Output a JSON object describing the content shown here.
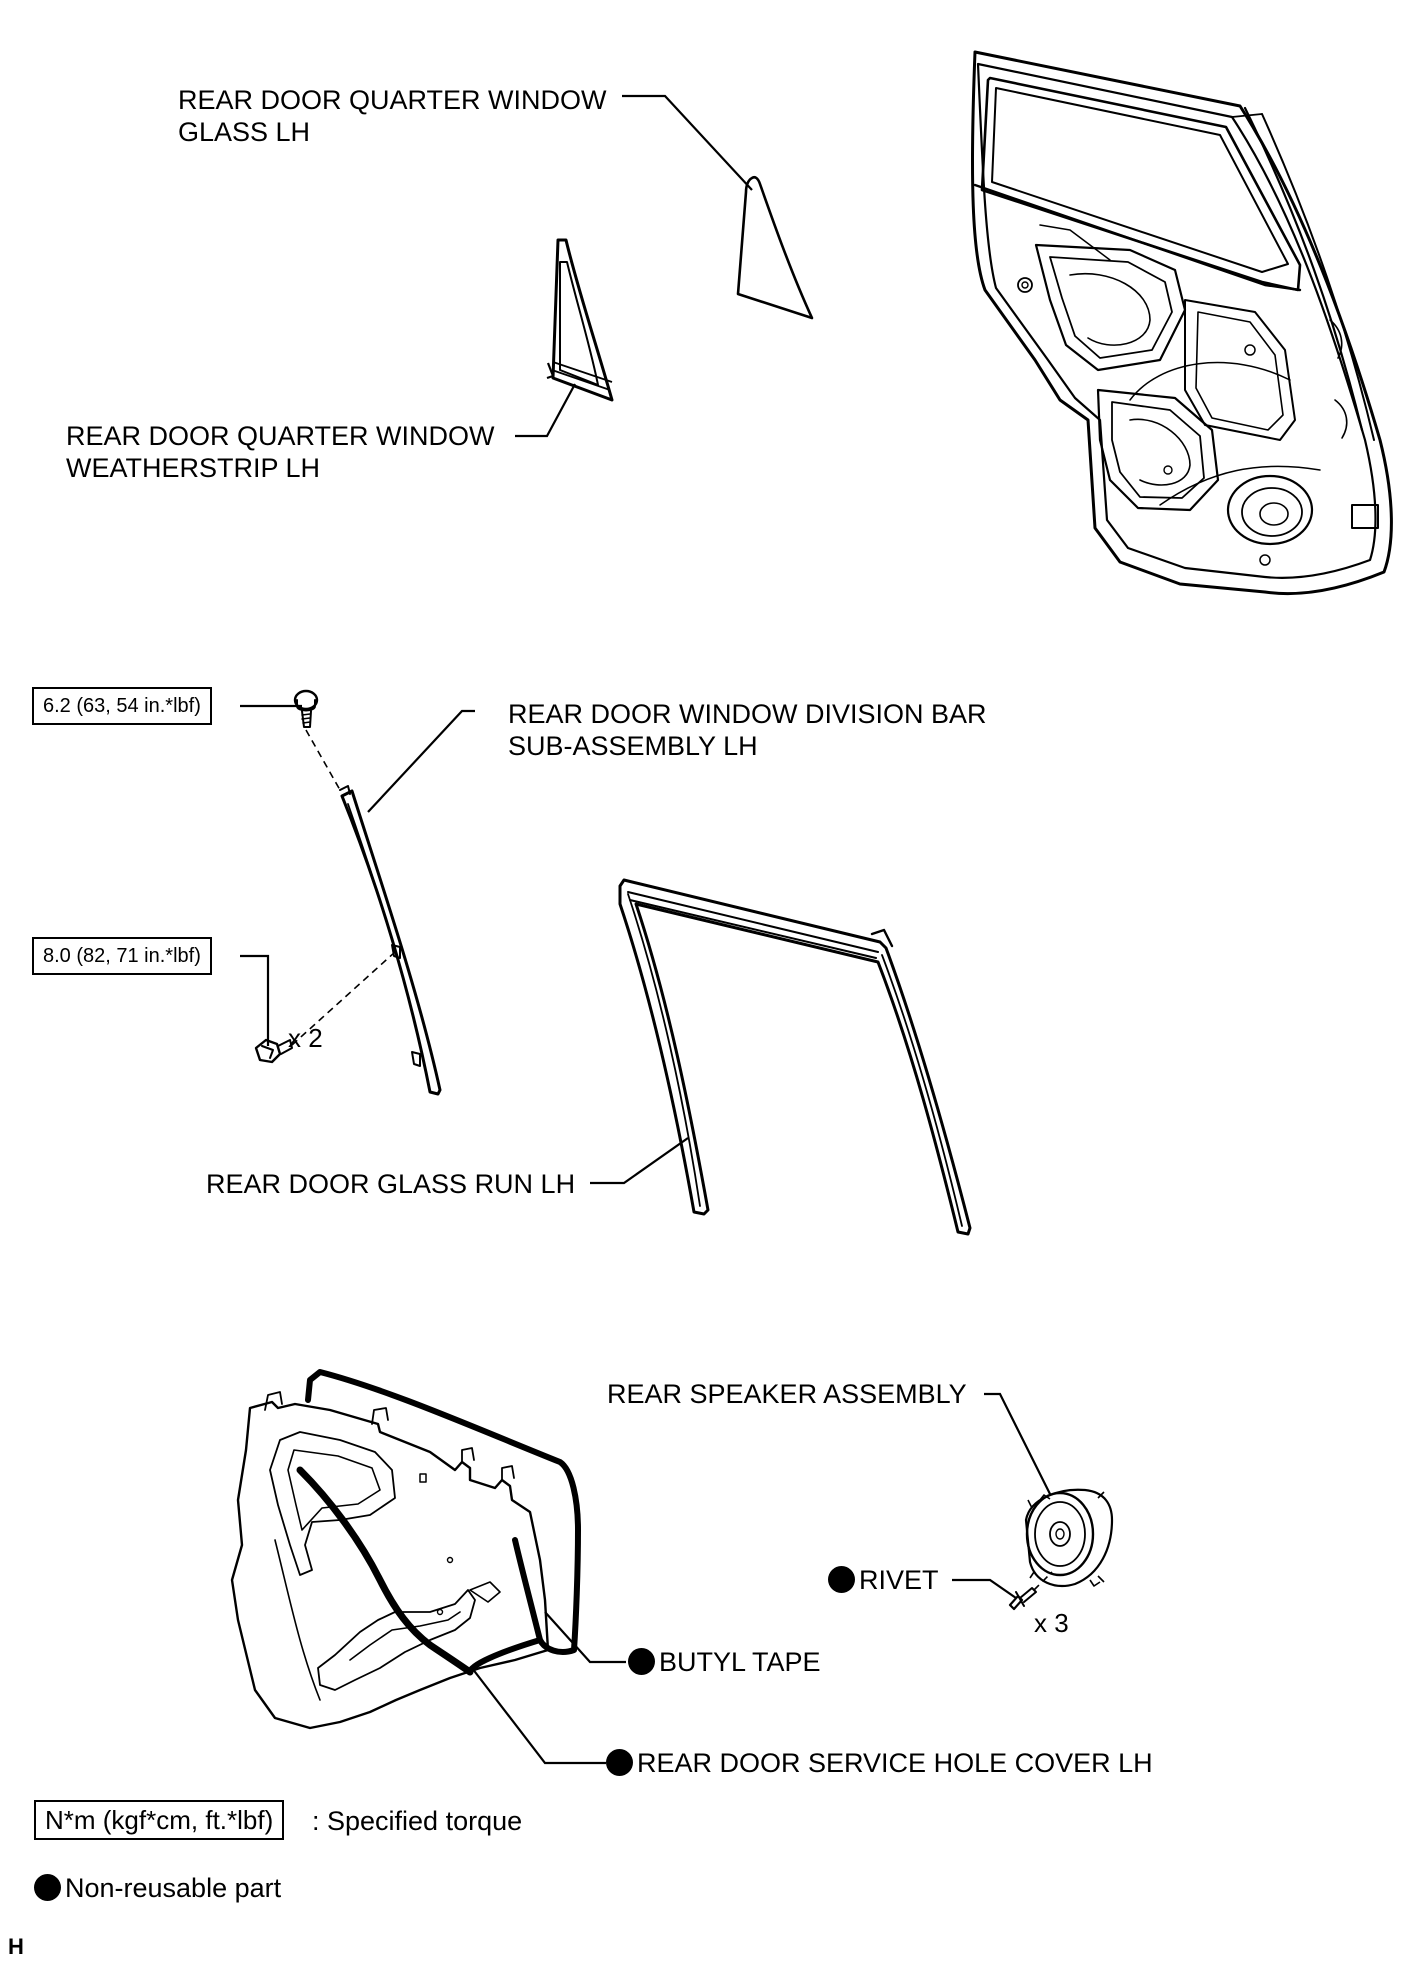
{
  "parts": {
    "quarter_glass": [
      "REAR DOOR QUARTER WINDOW",
      "GLASS LH"
    ],
    "quarter_weatherstrip": [
      "REAR DOOR QUARTER WINDOW",
      "WEATHERSTRIP LH"
    ],
    "division_bar": [
      "REAR DOOR WINDOW DIVISION BAR",
      "SUB-ASSEMBLY LH"
    ],
    "glass_run": "REAR DOOR GLASS RUN LH",
    "speaker": "REAR SPEAKER ASSEMBLY",
    "rivet": "RIVET",
    "butyl_tape": "BUTYL TAPE",
    "service_hole_cover": "REAR DOOR SERVICE HOLE COVER LH"
  },
  "torques": {
    "division_bar_upper": "6.2 (63, 54 in.*lbf)",
    "division_bar_lower": "8.0 (82, 71 in.*lbf)"
  },
  "quantities": {
    "division_bar_lower_bolts": "x 2",
    "rivets": "x 3"
  },
  "legend": {
    "torque_box": "N*m (kgf*cm, ft.*lbf)",
    "torque_text": ": Specified torque",
    "non_reusable": "Non-reusable part"
  },
  "corner_mark": "H"
}
